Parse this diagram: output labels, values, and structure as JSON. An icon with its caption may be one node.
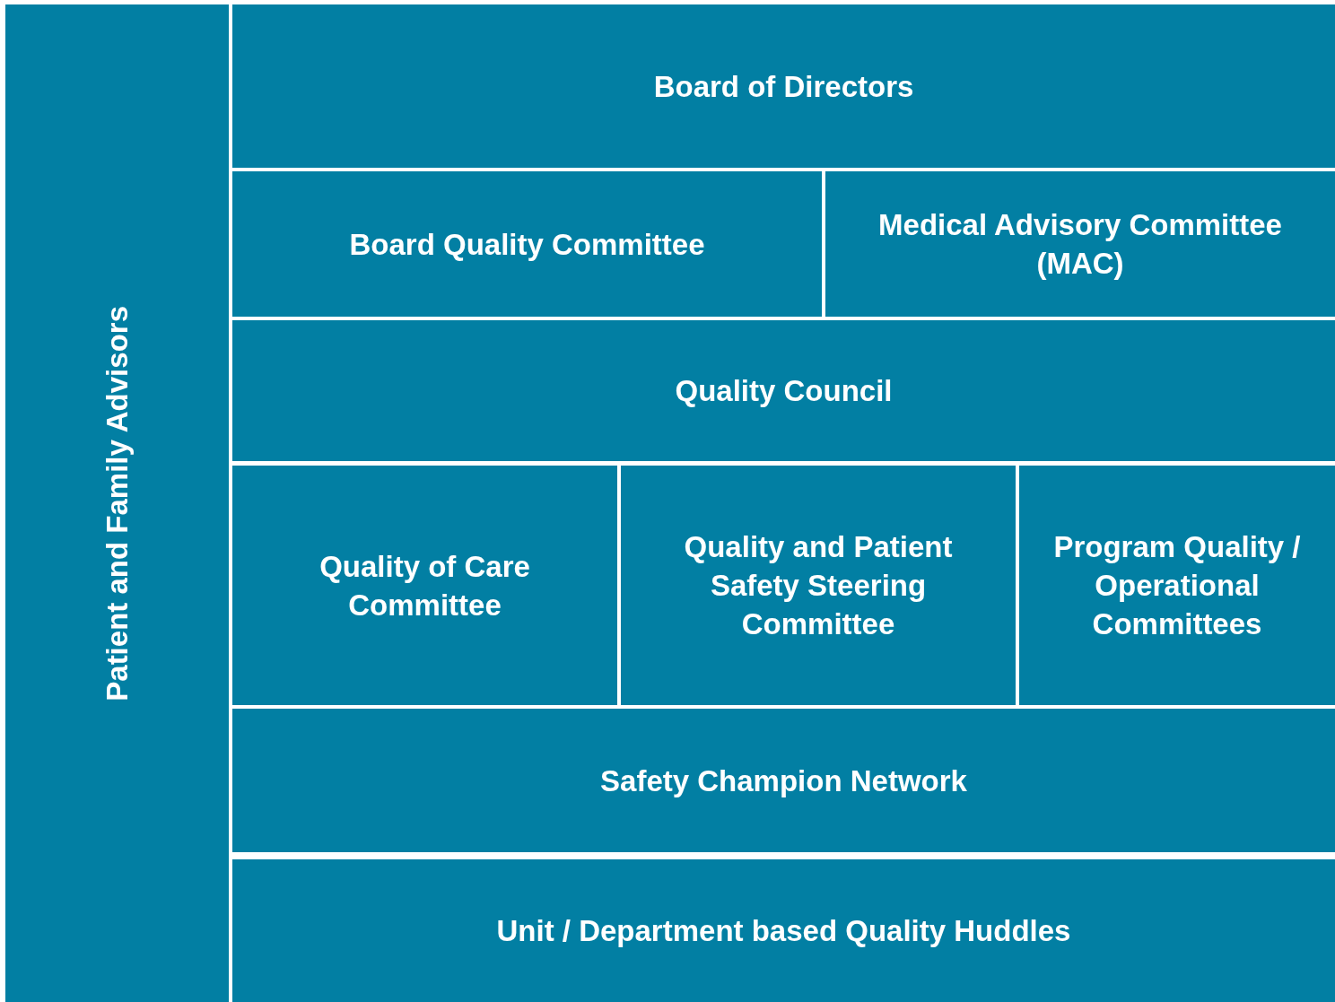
{
  "diagram": {
    "nodes": [
      {
        "text": [
          "Patient and Family Advisors"
        ]
      },
      {
        "text": [
          "Board of Directors"
        ]
      },
      {
        "text": [
          "Board Quality Committee"
        ]
      },
      {
        "text": [
          "Medical Advisory Committee (MAC)"
        ]
      },
      {
        "text": [
          "Quality Council"
        ]
      },
      {
        "text": [
          "Quality of Care Committee"
        ]
      },
      {
        "text": [
          "Quality and Patient Safety Steering Committee"
        ]
      },
      {
        "text": [
          "Program Quality / Operational Committees"
        ]
      },
      {
        "text": [
          "Safety Champion Network"
        ]
      },
      {
        "text": [
          "Unit / Department based Quality Huddles"
        ]
      }
    ],
    "edges": []
  }
}
